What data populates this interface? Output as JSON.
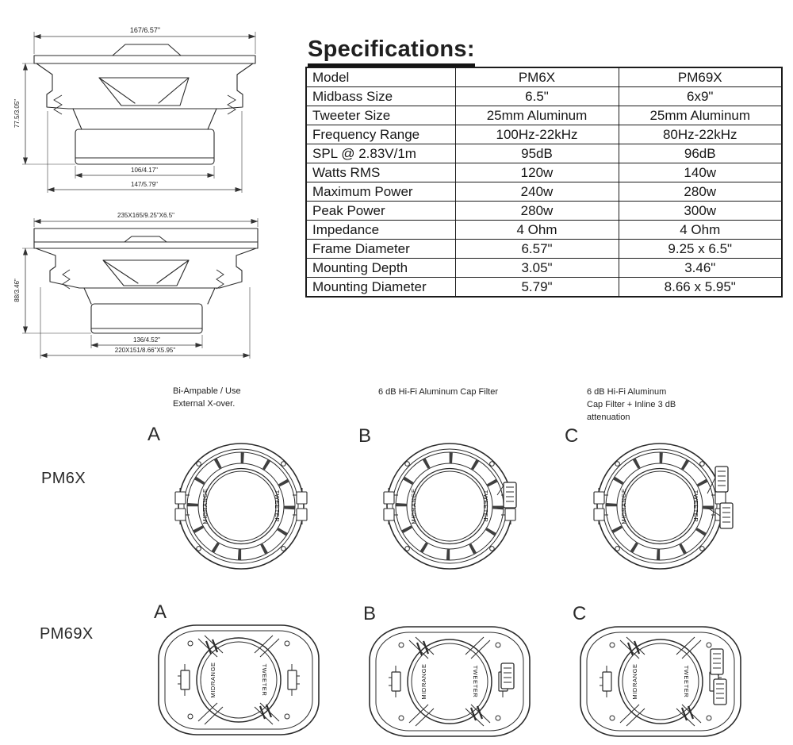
{
  "heading": "Specifications:",
  "table": {
    "rows": [
      {
        "label": "Model",
        "pm6x": "PM6X",
        "pm69x": "PM69X"
      },
      {
        "label": "Midbass Size",
        "pm6x": "6.5\"",
        "pm69x": "6x9\""
      },
      {
        "label": "Tweeter Size",
        "pm6x": "25mm Aluminum",
        "pm69x": "25mm Aluminum"
      },
      {
        "label": "Frequency Range",
        "pm6x": "100Hz-22kHz",
        "pm69x": "80Hz-22kHz"
      },
      {
        "label": "SPL @ 2.83V/1m",
        "pm6x": "95dB",
        "pm69x": "96dB"
      },
      {
        "label": "Watts RMS",
        "pm6x": "120w",
        "pm69x": "140w"
      },
      {
        "label": "Maximum Power",
        "pm6x": "240w",
        "pm69x": "280w"
      },
      {
        "label": "Peak Power",
        "pm6x": "280w",
        "pm69x": "300w"
      },
      {
        "label": "Impedance",
        "pm6x": "4 Ohm",
        "pm69x": "4 Ohm"
      },
      {
        "label": "Frame Diameter",
        "pm6x": "6.57\"",
        "pm69x": "9.25 x 6.5\""
      },
      {
        "label": "Mounting Depth",
        "pm6x": "3.05\"",
        "pm69x": "3.46\""
      },
      {
        "label": "Mounting Diameter",
        "pm6x": "5.79\"",
        "pm69x": "8.66 x 5.95\""
      }
    ]
  },
  "drawings": {
    "pm6x": {
      "width_top": "167/6.57\"",
      "depth_left": "77.5/3.05\"",
      "magnet_width": "106/4.17\"",
      "mount_width": "147/5.79\""
    },
    "pm69x": {
      "width_top": "235X165/9.25\"X6.5\"",
      "depth_left": "88/3.46\"",
      "magnet_width": "136/4.52\"",
      "mount_width": "220X151/8.66\"X5.95\""
    }
  },
  "configurations": [
    {
      "letter": "A",
      "description": "Bi-Ampable / Use External X-over."
    },
    {
      "letter": "B",
      "description": "6 dB Hi-Fi Aluminum Cap Filter"
    },
    {
      "letter": "C",
      "description": "6 dB Hi-Fi Aluminum Cap Filter + Inline 3 dB attenuation"
    }
  ],
  "models": {
    "pm6x": "PM6X",
    "pm69x": "PM69X"
  },
  "speaker_labels": {
    "midrange": "MIDRANGE",
    "tweeter": "TWEETER"
  },
  "colors": {
    "ink": "#1f1f1f",
    "line": "#2b2b2b"
  }
}
